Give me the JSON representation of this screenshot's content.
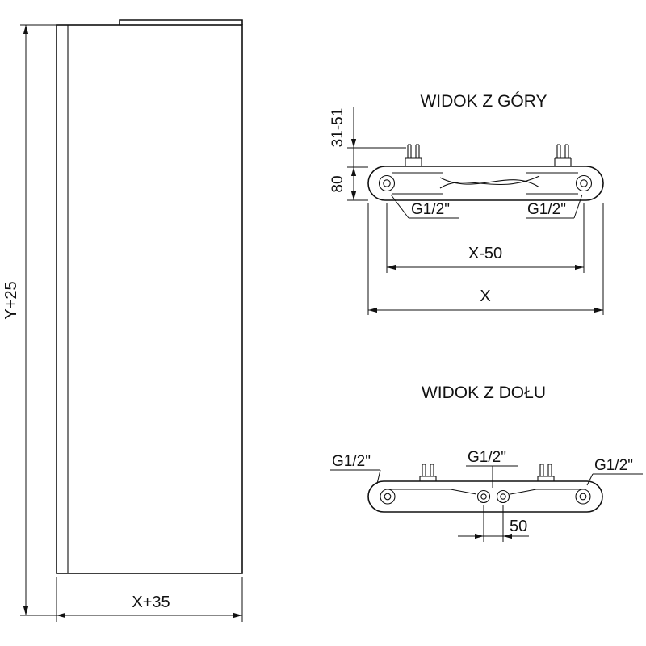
{
  "colors": {
    "ink": "#111111",
    "background": "#ffffff"
  },
  "front_view": {
    "height_label": "Y+25",
    "width_label": "X+35"
  },
  "top_view": {
    "title": "WIDOK Z GÓRY",
    "wall_distance_label": "31-51",
    "depth_label": "80",
    "left_port_label": "G1/2\"",
    "right_port_label": "G1/2\"",
    "ports_span_label": "X-50",
    "overall_width_label": "X"
  },
  "bottom_view": {
    "title": "WIDOK Z DOŁU",
    "left_port_label": "G1/2\"",
    "center_port_label": "G1/2\"",
    "right_port_label": "G1/2\"",
    "center_spacing_label": "50"
  }
}
